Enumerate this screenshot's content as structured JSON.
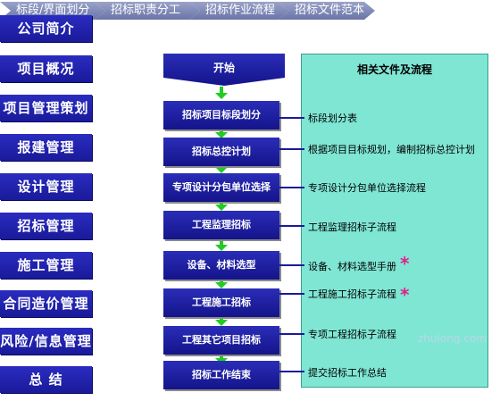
{
  "tabs": [
    "标段/界面划分",
    "招标职责分工",
    "招标作业流程",
    "招标文件范本"
  ],
  "sidebar": [
    "公司简介",
    "项目概况",
    "项目管理策划",
    "报建管理",
    "设计管理",
    "招标管理",
    "施工管理",
    "合同造价管理",
    "风险/信息管理",
    "总  结"
  ],
  "flow": {
    "start": "开始",
    "steps": [
      "招标项目标段划分",
      "招标总控计划",
      "专项设计分包单位选择",
      "工程监理招标",
      "设备、材料选型",
      "工程施工招标",
      "工程其它项目招标",
      "招标工作结束"
    ]
  },
  "panel": {
    "title": "相关文件及流程",
    "notes": [
      "标段划分表",
      "根据项目目标规划，编制招标总控计划",
      "专项设计分包单位选择流程",
      "工程监理招标子流程",
      "设备、材料选型手册",
      "工程施工招标子流程",
      "专项工程招标子流程",
      "提交招标工作总结"
    ],
    "star_symbol": "*"
  },
  "watermark": "zhulong.com",
  "colors": {
    "box": "#1a1a9a",
    "panel": "#7fe6d4",
    "arrow": "#22cc22",
    "star": "#e0208c"
  }
}
